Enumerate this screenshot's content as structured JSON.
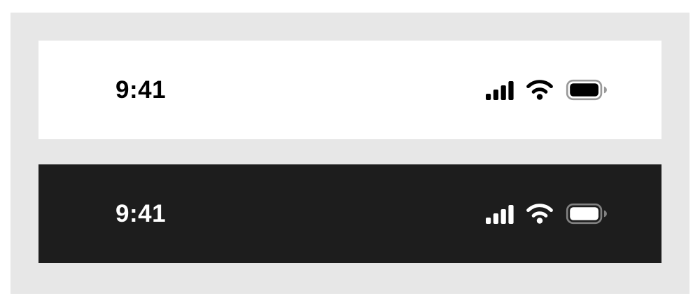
{
  "canvas": {
    "background": "#ffffff",
    "panel_background": "#e7e7e7"
  },
  "status_bars": [
    {
      "id": "light",
      "variant": "light-mode",
      "time": "9:41",
      "background": "#ffffff",
      "foreground": "#000000",
      "icons": [
        "cellular-signal-icon",
        "wifi-icon",
        "battery-icon"
      ],
      "cellular_bars": 4,
      "wifi_strength": "full",
      "battery_level": "full"
    },
    {
      "id": "dark",
      "variant": "dark-mode",
      "time": "9:41",
      "background": "#1d1d1d",
      "foreground": "#ffffff",
      "icons": [
        "cellular-signal-icon",
        "wifi-icon",
        "battery-icon"
      ],
      "cellular_bars": 4,
      "wifi_strength": "full",
      "battery_level": "full"
    }
  ]
}
